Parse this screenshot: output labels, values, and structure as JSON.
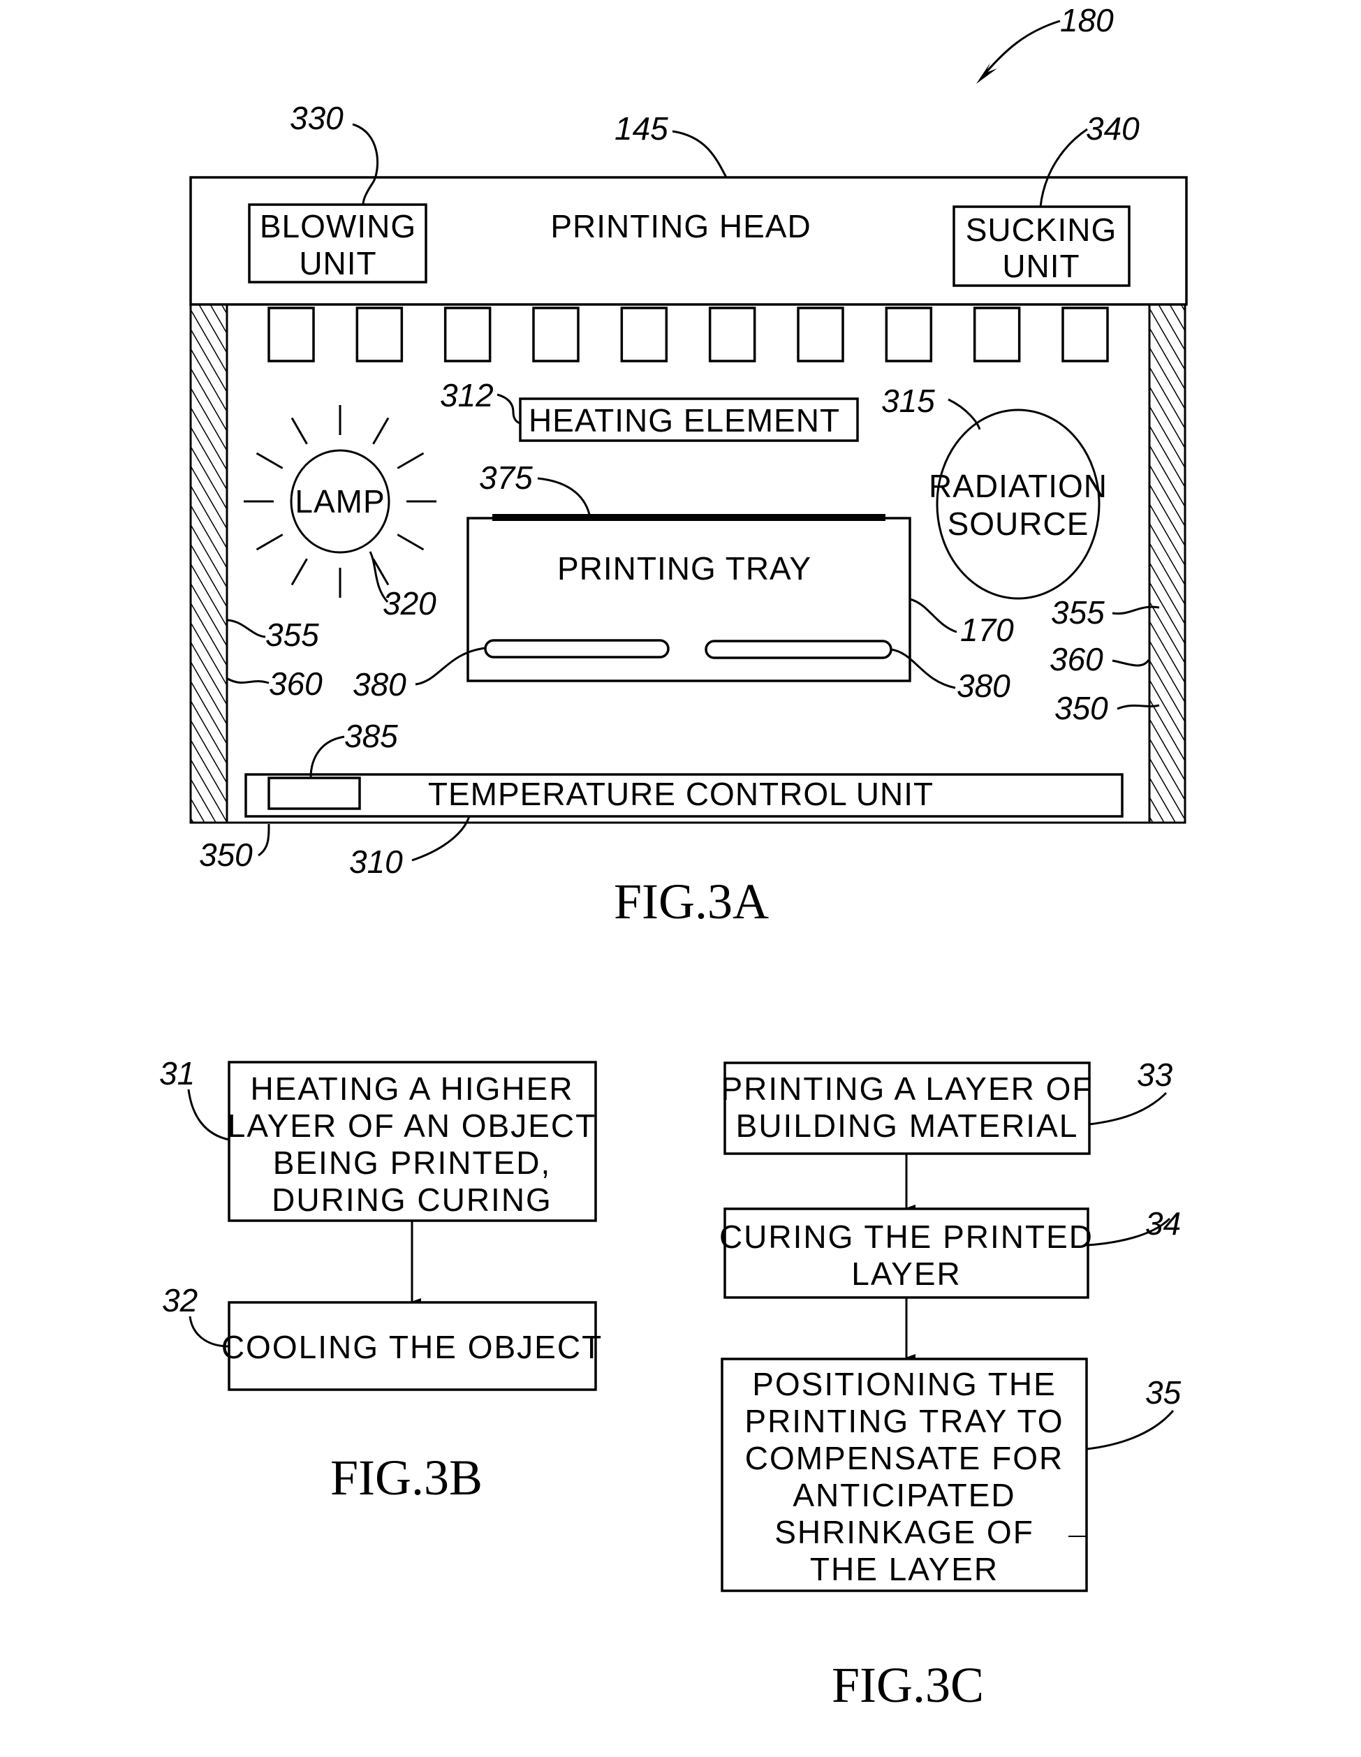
{
  "fig3a": {
    "caption": "FIG.3A",
    "system_ref": "180",
    "printing_head": {
      "label": "PRINTING HEAD",
      "ref": "145"
    },
    "blowing_unit": {
      "line1": "BLOWING",
      "line2": "UNIT",
      "ref": "330"
    },
    "sucking_unit": {
      "line1": "SUCKING",
      "line2": "UNIT",
      "ref": "340"
    },
    "nozzle_count": 10,
    "heating_element": {
      "label": "HEATING ELEMENT",
      "ref": "312"
    },
    "radiation_source": {
      "line1": "RADIATION",
      "line2": "SOURCE",
      "ref": "315"
    },
    "lamp": {
      "label": "LAMP",
      "ref": "320"
    },
    "printing_tray": {
      "label": "PRINTING TRAY",
      "ref": "170",
      "top_layer_ref": "375"
    },
    "tray_elements": {
      "left_ref": "380",
      "right_ref": "380"
    },
    "temperature_control_unit": {
      "label": "TEMPERATURE CONTROL UNIT",
      "ref": "310",
      "sensor_ref": "385"
    },
    "walls": {
      "left": {
        "inner_ref": "355",
        "outer_ref": "360",
        "bottom_ref": "350"
      },
      "right": {
        "inner_ref": "355",
        "outer_ref": "360",
        "bottom_ref": "350"
      }
    }
  },
  "fig3b": {
    "caption": "FIG.3B",
    "steps": [
      {
        "ref": "31",
        "lines": [
          "HEATING A HIGHER",
          "LAYER OF AN OBJECT",
          "BEING PRINTED,",
          "DURING CURING"
        ]
      },
      {
        "ref": "32",
        "lines": [
          "COOLING THE OBJECT"
        ]
      }
    ]
  },
  "fig3c": {
    "caption": "FIG.3C",
    "steps": [
      {
        "ref": "33",
        "lines": [
          "PRINTING A LAYER OF",
          "BUILDING MATERIAL"
        ]
      },
      {
        "ref": "34",
        "lines": [
          "CURING THE PRINTED",
          "LAYER"
        ]
      },
      {
        "ref": "35",
        "lines": [
          "POSITIONING THE",
          "PRINTING TRAY TO",
          "COMPENSATE FOR",
          "ANTICIPATED",
          "SHRINKAGE OF",
          "THE LAYER"
        ]
      }
    ]
  }
}
